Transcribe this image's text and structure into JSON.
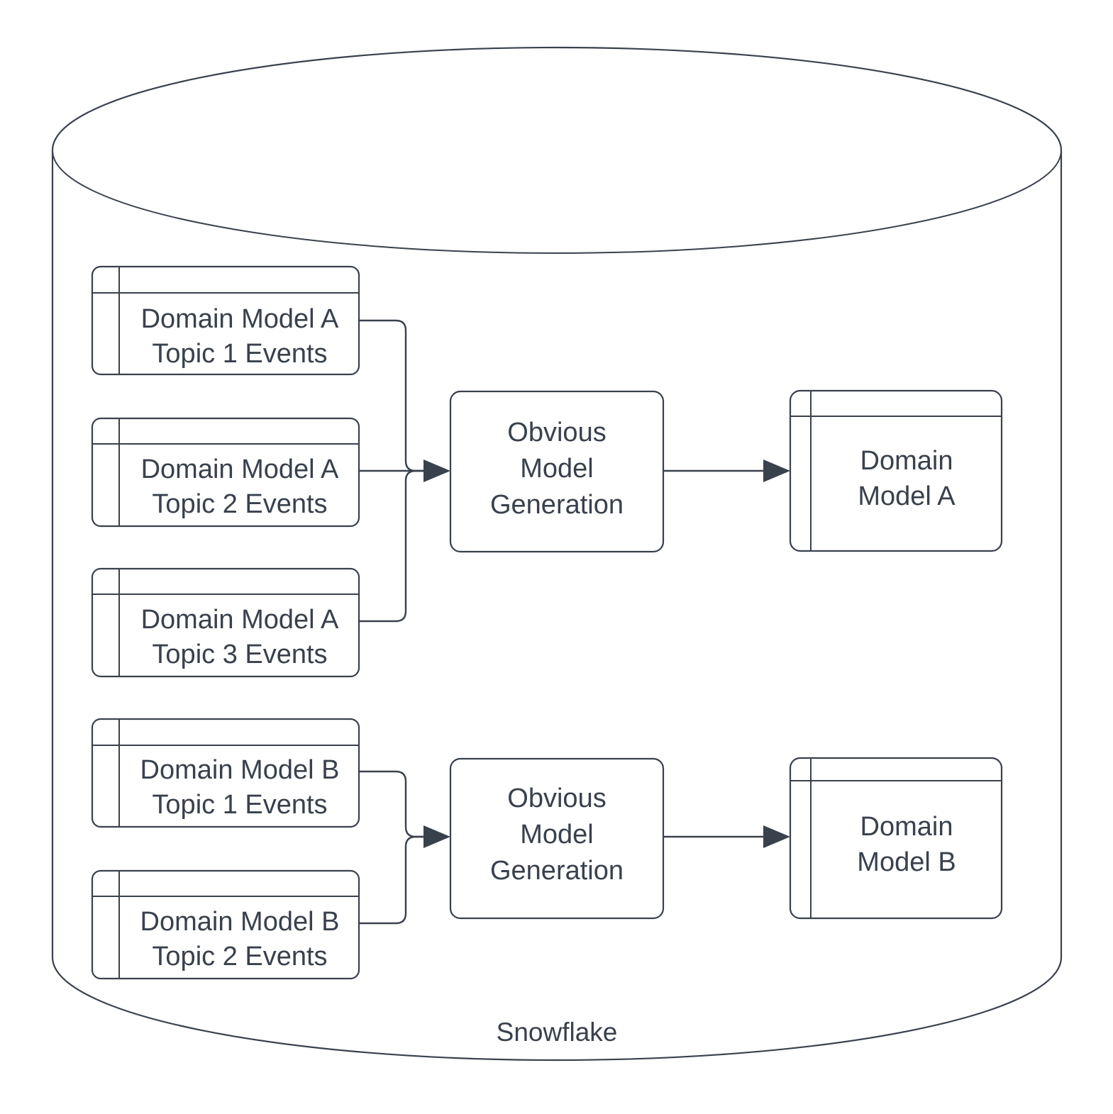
{
  "diagram": {
    "title": "Snowflake",
    "container": {
      "label": "Snowflake",
      "shape": "cylinder",
      "name": "snowflake-cylinder"
    },
    "colors": {
      "stroke": "#39414d",
      "text": "#39414d",
      "fill": "#ffffff",
      "background": "#ffffff"
    },
    "groups": [
      {
        "id": "group-a",
        "sources": [
          {
            "id": "a-topic-1",
            "line1": "Domain Model A",
            "line2": "Topic 1 Events",
            "shape": "table"
          },
          {
            "id": "a-topic-2",
            "line1": "Domain Model A",
            "line2": "Topic 2 Events",
            "shape": "table"
          },
          {
            "id": "a-topic-3",
            "line1": "Domain Model A",
            "line2": "Topic 3 Events",
            "shape": "table"
          }
        ],
        "process": {
          "id": "process-a",
          "line1": "Obvious",
          "line2": "Model",
          "line3": "Generation",
          "shape": "rounded-rect"
        },
        "target": {
          "id": "domain-model-a",
          "line1": "Domain",
          "line2": "Model A",
          "shape": "table"
        }
      },
      {
        "id": "group-b",
        "sources": [
          {
            "id": "b-topic-1",
            "line1": "Domain Model B",
            "line2": "Topic 1 Events",
            "shape": "table"
          },
          {
            "id": "b-topic-2",
            "line1": "Domain Model B",
            "line2": "Topic 2 Events",
            "shape": "table"
          }
        ],
        "process": {
          "id": "process-b",
          "line1": "Obvious",
          "line2": "Model",
          "line3": "Generation",
          "shape": "rounded-rect"
        },
        "target": {
          "id": "domain-model-b",
          "line1": "Domain",
          "line2": "Model B",
          "shape": "table"
        }
      }
    ],
    "edges": [
      {
        "from": "a-topic-1",
        "to": "process-a",
        "style": "orthogonal-arrow"
      },
      {
        "from": "a-topic-2",
        "to": "process-a",
        "style": "straight-arrow"
      },
      {
        "from": "a-topic-3",
        "to": "process-a",
        "style": "orthogonal-arrow"
      },
      {
        "from": "process-a",
        "to": "domain-model-a",
        "style": "straight-arrow"
      },
      {
        "from": "b-topic-1",
        "to": "process-b",
        "style": "orthogonal-arrow"
      },
      {
        "from": "b-topic-2",
        "to": "process-b",
        "style": "orthogonal-arrow"
      },
      {
        "from": "process-b",
        "to": "domain-model-b",
        "style": "straight-arrow"
      }
    ]
  }
}
